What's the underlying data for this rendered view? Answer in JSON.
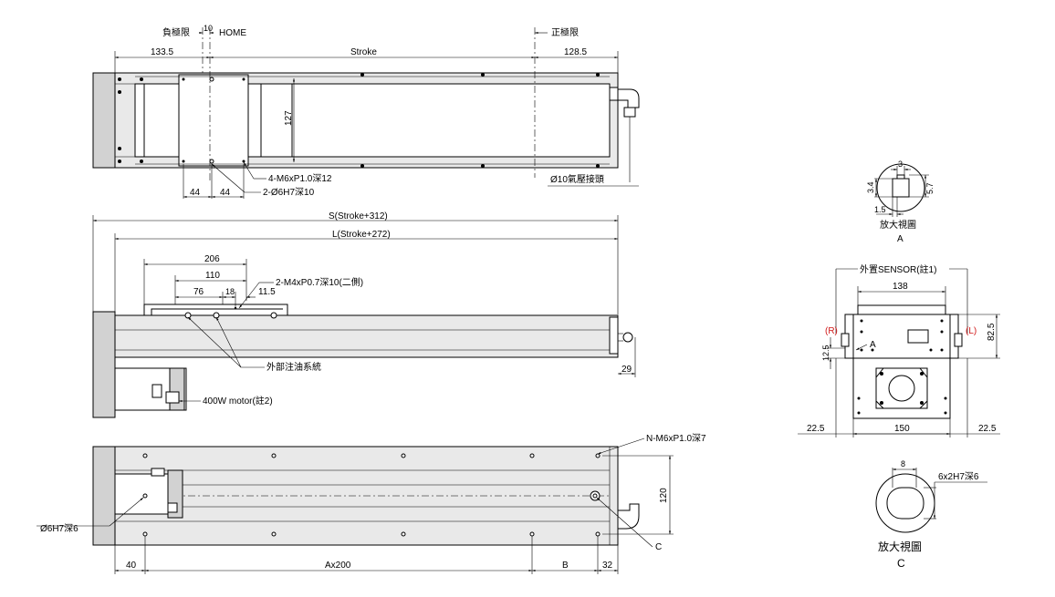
{
  "top_view": {
    "neg_limit": "負極限",
    "ten": "10",
    "home": "HOME",
    "pos_limit": "正極限",
    "dim_left": "133.5",
    "stroke": "Stroke",
    "dim_right": "128.5",
    "height": "127",
    "dim_44a": "44",
    "dim_44b": "44",
    "note_tap": "4-M6xP1.0深12",
    "note_pin": "2-Ø6H7深10",
    "note_air": "Ø10氣壓接頭"
  },
  "side_view": {
    "overall": "S(Stroke+312)",
    "length": "L(Stroke+272)",
    "d206": "206",
    "d110": "110",
    "d76": "76",
    "d18": "18",
    "d11_5": "11.5",
    "note_m4": "2-M4xP0.7深10(二側)",
    "note_oil": "外部注油系統",
    "note_motor": "400W motor(註2)",
    "d29": "29"
  },
  "bottom_view": {
    "note_n": "N-M6xP1.0深7",
    "note_pin": "Ø6H7深6",
    "d120": "120",
    "c_label": "C",
    "d40": "40",
    "ax200": "Ax200",
    "b": "B",
    "d32": "32"
  },
  "detail_a": {
    "d3": "3",
    "d3_4": "3.4",
    "d5_7": "5.7",
    "d1_5": "1.5",
    "title": "放大視圖",
    "letter": "A"
  },
  "end_view": {
    "sensor": "外置SENSOR(註1)",
    "d138": "138",
    "r": "(R)",
    "l": "(L)",
    "a": "A",
    "d82_5": "82.5",
    "d12_5": "12.5",
    "d22_5a": "22.5",
    "d150": "150",
    "d22_5b": "22.5"
  },
  "detail_c": {
    "d8": "8",
    "note": "6x2H7深6",
    "title": "放大視圖",
    "letter": "C"
  },
  "colors": {
    "line": "#000000",
    "body_fill": "#e9e9e9",
    "accent_red": "#d01818"
  }
}
